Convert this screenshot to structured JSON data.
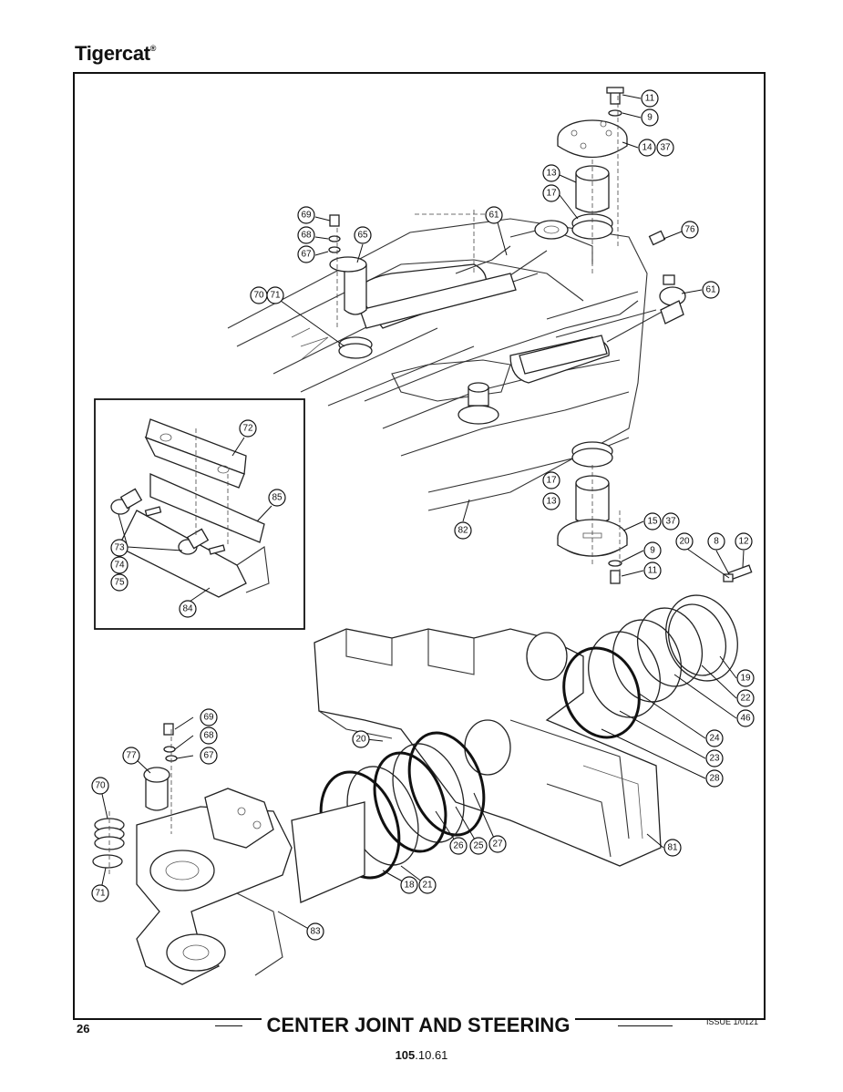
{
  "header": {
    "brand": "Tigercat",
    "brand_mark": "®"
  },
  "diagram": {
    "callouts": [
      "11",
      "9",
      "14",
      "37",
      "13",
      "17",
      "61",
      "76",
      "69",
      "68",
      "67",
      "65",
      "70",
      "71",
      "72",
      "85",
      "73",
      "74",
      "75",
      "84",
      "82",
      "15",
      "20",
      "8",
      "12",
      "19",
      "22",
      "46",
      "24",
      "23",
      "28",
      "81",
      "26",
      "25",
      "27",
      "18",
      "21",
      "83",
      "77"
    ]
  },
  "footer": {
    "title": "CENTER JOINT AND STEERING",
    "page_number": "26",
    "issue": "ISSUE 1/0121",
    "doc_number_bold": "105",
    "doc_number_rest": ".10.61"
  }
}
